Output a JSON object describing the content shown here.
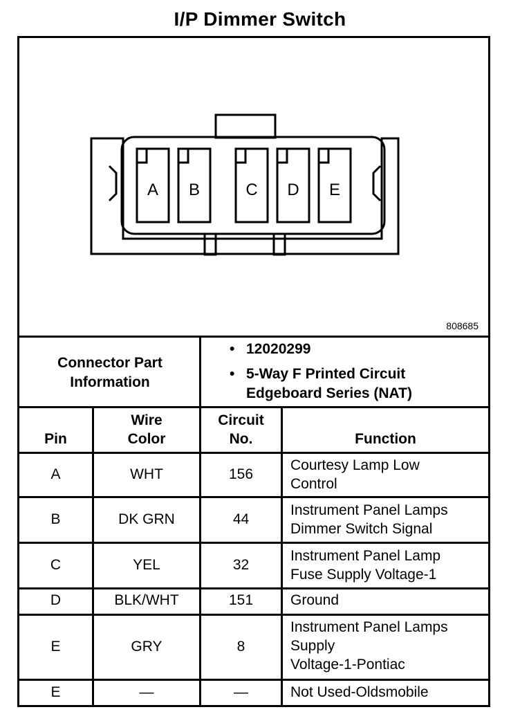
{
  "title": "I/P Dimmer Switch",
  "diagram": {
    "id": "808685",
    "pins": [
      "A",
      "B",
      "C",
      "D",
      "E"
    ]
  },
  "connector_info": {
    "label_line1": "Connector Part",
    "label_line2": "Information",
    "part_number": "12020299",
    "description_line1": "5-Way F Printed Circuit",
    "description_line2": "Edgeboard Series (NAT)"
  },
  "table": {
    "headers": {
      "pin": "Pin",
      "wire_color_line1": "Wire",
      "wire_color_line2": "Color",
      "circuit_line1": "Circuit",
      "circuit_line2": "No.",
      "function": "Function"
    },
    "rows": [
      {
        "pin": "A",
        "color": "WHT",
        "circuit": "156",
        "function": [
          "Courtesy Lamp Low",
          "Control"
        ]
      },
      {
        "pin": "B",
        "color": "DK GRN",
        "circuit": "44",
        "function": [
          "Instrument Panel Lamps",
          "Dimmer Switch Signal"
        ]
      },
      {
        "pin": "C",
        "color": "YEL",
        "circuit": "32",
        "function": [
          "Instrument Panel Lamp",
          "Fuse Supply Voltage-1"
        ]
      },
      {
        "pin": "D",
        "color": "BLK/WHT",
        "circuit": "151",
        "function": [
          "Ground"
        ]
      },
      {
        "pin": "E",
        "color": "GRY",
        "circuit": "8",
        "function": [
          "Instrument Panel Lamps",
          "Supply",
          "Voltage-1-Pontiac"
        ]
      },
      {
        "pin": "E",
        "color": "—",
        "circuit": "—",
        "function": [
          "Not Used-Oldsmobile"
        ]
      }
    ]
  }
}
